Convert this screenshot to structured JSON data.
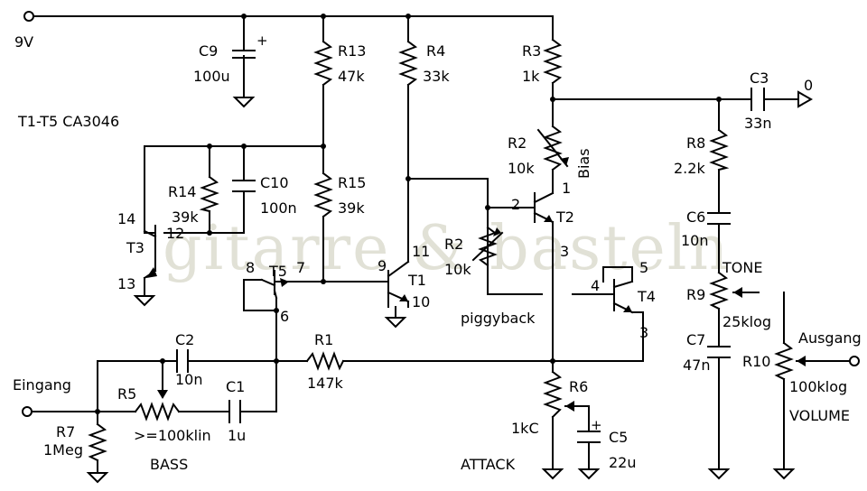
{
  "supply": "9V",
  "chip_note": "T1-T5 CA3046",
  "watermark": "gitarre & basteln",
  "labels": {
    "input": "Eingang",
    "output": "Ausgang",
    "out0": "0",
    "bass": "BASS",
    "attack": "ATTACK",
    "tone": "TONE",
    "volume": "VOLUME",
    "piggyback": "piggyback",
    "bias": "Bias",
    "plus": "+"
  },
  "components": {
    "C9": {
      "ref": "C9",
      "value": "100u"
    },
    "R13": {
      "ref": "R13",
      "value": "47k"
    },
    "R4": {
      "ref": "R4",
      "value": "33k"
    },
    "R3": {
      "ref": "R3",
      "value": "1k"
    },
    "C3": {
      "ref": "C3",
      "value": "33n"
    },
    "R2a": {
      "ref": "R2",
      "value": "10k"
    },
    "R2b": {
      "ref": "R2",
      "value": "10k"
    },
    "R8": {
      "ref": "R8",
      "value": "2.2k"
    },
    "R14": {
      "ref": "R14",
      "value": "39k"
    },
    "C10": {
      "ref": "C10",
      "value": "100n"
    },
    "R15": {
      "ref": "R15",
      "value": "39k"
    },
    "C6": {
      "ref": "C6",
      "value": "10n"
    },
    "R9": {
      "ref": "R9",
      "value": "25klog"
    },
    "C7": {
      "ref": "C7",
      "value": "47n"
    },
    "R10": {
      "ref": "R10",
      "value": "100klog"
    },
    "C2": {
      "ref": "C2",
      "value": "10n"
    },
    "R1": {
      "ref": "R1",
      "value": "147k"
    },
    "R5": {
      "ref": "R5",
      "value": ">=100klin"
    },
    "C1": {
      "ref": "C1",
      "value": "1u"
    },
    "R7": {
      "ref": "R7",
      "value": "1Meg"
    },
    "R6": {
      "ref": "R6",
      "value": "1kC"
    },
    "C5": {
      "ref": "C5",
      "value": "22u"
    }
  },
  "transistors": {
    "T1": {
      "ref": "T1",
      "pins": [
        "9",
        "11",
        "10"
      ]
    },
    "T2": {
      "ref": "T2",
      "pins": [
        "2",
        "1",
        "3"
      ]
    },
    "T3": {
      "ref": "T3",
      "pins": [
        "14",
        "12",
        "13"
      ]
    },
    "T4": {
      "ref": "T4",
      "pins": [
        "4",
        "5",
        "3"
      ]
    },
    "T5": {
      "ref": "T5",
      "pins": [
        "8",
        "7",
        "6"
      ]
    }
  }
}
